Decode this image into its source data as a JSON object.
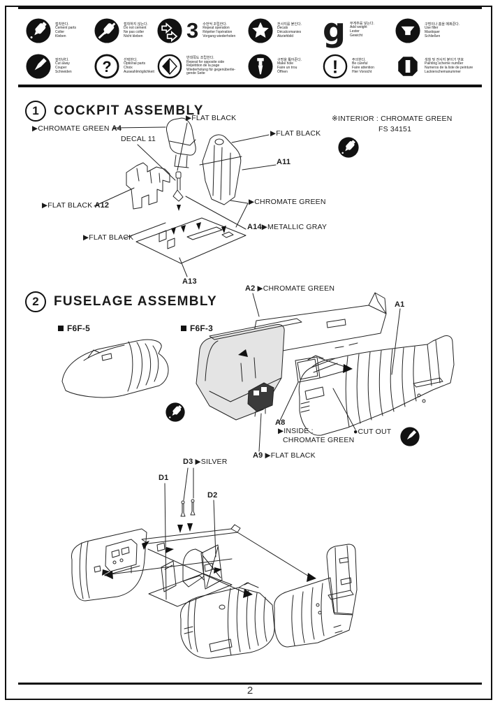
{
  "colors": {
    "ink": "#1a1a1a",
    "paper": "#ffffff",
    "shade": "#e4e4e4"
  },
  "page_number": "2",
  "legend": {
    "rows": [
      [
        {
          "icon": "cement-icon",
          "lines": [
            "접착한다.",
            "Cement parts",
            "Coller",
            "Kleben"
          ]
        },
        {
          "icon": "do-not-cement-icon",
          "lines": [
            "접착하지 않는다.",
            "Do not cement",
            "Ne pas coller",
            "Nicht kleben"
          ]
        },
        {
          "icon": "repeat-operation-icon",
          "number": "3",
          "lines": [
            "수번씩 조립한다.",
            "Repeat operation",
            "Répéter l'opération",
            "Vorgang wiederholen"
          ]
        },
        {
          "icon": "decal-star-icon",
          "lines": [
            "전사지를 붙인다.",
            "Decals",
            "Décalcomanies",
            "Abziehbild"
          ]
        },
        {
          "icon": "add-weight-icon",
          "glyph": "g",
          "lines": [
            "무게추를 넣는다.",
            "Add weight",
            "Lester",
            "Gewicht"
          ]
        },
        {
          "icon": "use-filler-icon",
          "lines": [
            "구멍이나 홈을 메꿔준다.",
            "Use filler",
            "Mastiquer",
            "Schließen"
          ]
        }
      ],
      [
        {
          "icon": "cut-away-icon",
          "lines": [
            "잘라낸다.",
            "Cut away",
            "Couper",
            "Schneiden"
          ]
        },
        {
          "icon": "optional-parts-icon",
          "lines": [
            "선택한다.",
            "Optional parts",
            "Choix",
            "Auswahlmöglichkeit"
          ]
        },
        {
          "icon": "opposite-side-icon",
          "lines": [
            "반대쪽도 조립한다.",
            "Repeat for opposite side",
            "Répétition de la page",
            "Wiederholung für gegenüberlie-",
            "gende Seite"
          ]
        },
        {
          "icon": "make-hole-icon",
          "lines": [
            "구멍을 뚫어준다.",
            "Make hole",
            "Faire un trou",
            "Öffnen"
          ]
        },
        {
          "icon": "be-careful-icon",
          "lines": [
            "주의한다.",
            "Be careful",
            "Faire attention",
            "Hier Vorsicht"
          ]
        },
        {
          "icon": "paint-number-icon",
          "lines": [
            "색칠 및 전사지 붙이기 번호",
            "Painting scheme number",
            "Numeros de la liste de peinture",
            "Lackierschemanummer"
          ]
        }
      ]
    ]
  },
  "s1": {
    "number": "1",
    "title": "COCKPIT ASSEMBLY",
    "chromate_green_a4": {
      "prefix": "▶CHROMATE GREEN",
      "part": "A4"
    },
    "flat_black_top": "▶FLAT BLACK",
    "decal": "DECAL 11",
    "flat_black_right": "▶FLAT BLACK",
    "part_a11": "A11",
    "flat_black_a12": {
      "prefix": "▶FLAT BLACK",
      "part": "A12"
    },
    "chromate_green_right": "▶CHROMATE GREEN",
    "a14_metallic": {
      "part": "A14",
      "label": "▶METALLIC GRAY"
    },
    "flat_black_bottom": "▶FLAT BLACK",
    "part_a13": "A13",
    "note_line1": "※INTERIOR : CHROMATE GREEN",
    "note_line2": "FS  34151"
  },
  "s2": {
    "number": "2",
    "title": "FUSELAGE ASSEMBLY",
    "a2_chromate": {
      "part": "A2",
      "label": "▶CHROMATE GREEN"
    },
    "part_a1": "A1",
    "variant_f6f5": "F6F-5",
    "variant_f6f3": "F6F-3",
    "part_a8": "A8",
    "inside_line1": "▶INSIDE :",
    "inside_line2": "CHROMATE GREEN",
    "cut_out": "●CUT OUT",
    "a9_flat_black": {
      "part": "A9",
      "label": "▶FLAT BLACK"
    },
    "d3_silver": {
      "part": "D3",
      "label": "▶SILVER"
    },
    "part_d1": "D1",
    "part_d2": "D2"
  }
}
